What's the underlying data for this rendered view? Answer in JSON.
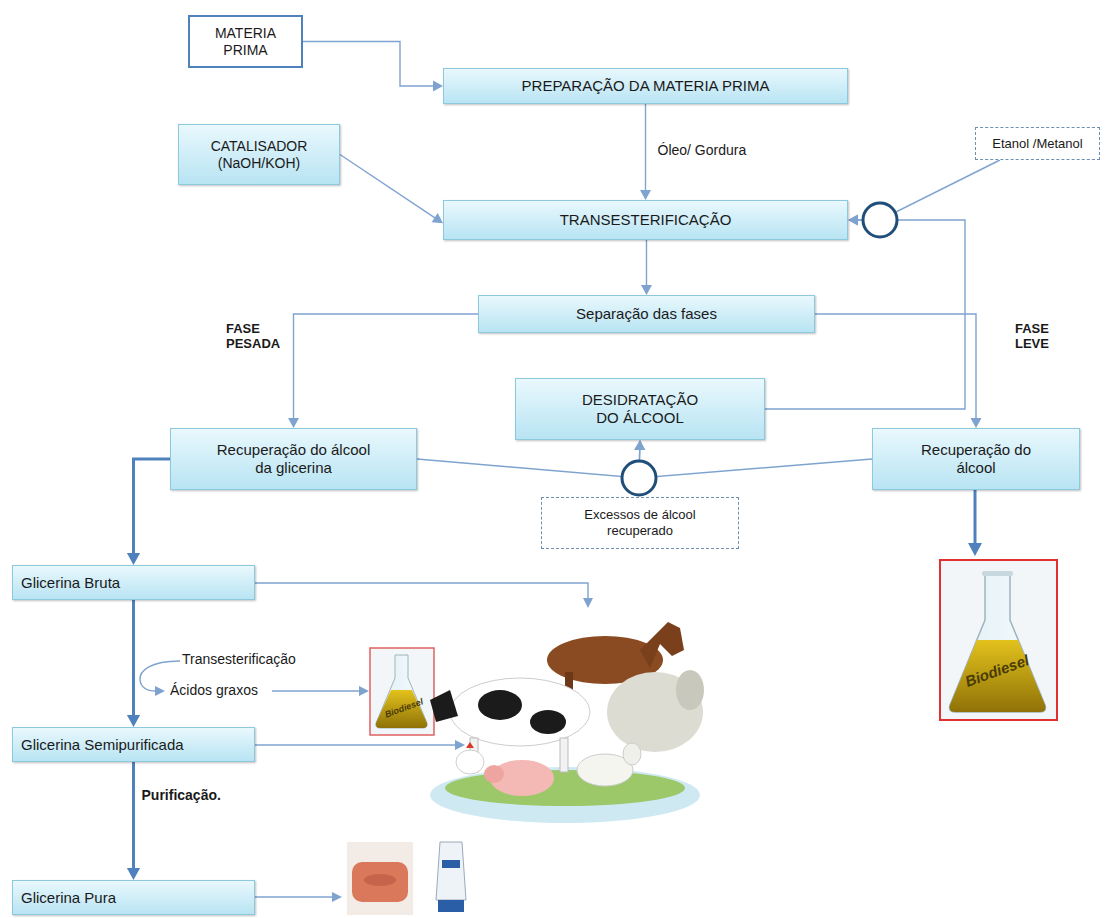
{
  "diagram": {
    "nodes": [
      {
        "text": [
          "MATERIA PRIMA"
        ]
      },
      {
        "text": [
          "PREPARAÇÃO DA MATERIA PRIMA"
        ]
      },
      {
        "text": [
          "CATALISADOR (NaOH/KOH)"
        ]
      },
      {
        "text": [
          "Etanol /Metanol"
        ]
      },
      {
        "text": [
          "TRANSESTERIFICAÇÃO"
        ]
      },
      {
        "text": [
          "Separação das fases"
        ]
      },
      {
        "text": [
          "DESIDRATAÇÃO DO ÁLCOOL"
        ]
      },
      {
        "text": [
          "Recuperação do álcool da glicerina"
        ]
      },
      {
        "text": [
          "Recuperação do álcool"
        ]
      },
      {
        "text": [
          "Excessos de álcool recuperado"
        ]
      },
      {
        "text": [
          "Glicerina Bruta"
        ]
      },
      {
        "text": [
          "Glicerina Semipurificada"
        ]
      },
      {
        "text": [
          "Glicerina Pura"
        ]
      }
    ],
    "edges": [
      {
        "from": 0,
        "to": 1,
        "arrow": "to"
      },
      {
        "from": 1,
        "to": 4,
        "label": "Óleo/ Gordura",
        "arrow": "to"
      },
      {
        "from": 2,
        "to": 4,
        "arrow": "to"
      },
      {
        "from": 3,
        "to": 4,
        "arrow": "to"
      },
      {
        "from": 6,
        "to": 4,
        "arrow": "to"
      },
      {
        "from": 4,
        "to": 5,
        "arrow": "to"
      },
      {
        "from": 5,
        "to": 7,
        "arrow": "to"
      },
      {
        "from": 5,
        "to": 8,
        "arrow": "to"
      },
      {
        "from": 7,
        "to": 6,
        "arrow": "to"
      },
      {
        "from": 8,
        "to": 6,
        "arrow": "to"
      },
      {
        "from": 7,
        "to": 10,
        "arrow": "to"
      },
      {
        "from": 10,
        "to": 11,
        "arrow": "to"
      },
      {
        "from": 11,
        "to": 12,
        "label": "Purificação.",
        "arrow": "to"
      }
    ],
    "labels": [
      "FASE PESADA",
      "FASE LEVE",
      "Transesterificação",
      "Ácidos graxos",
      "Biodiesel",
      "Biodiesel"
    ]
  }
}
